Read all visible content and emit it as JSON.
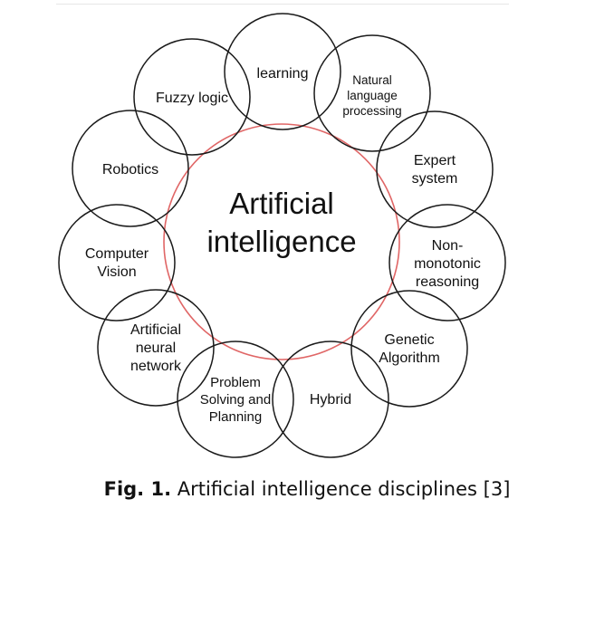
{
  "diagram": {
    "center": {
      "lines": [
        "Artificial",
        "intelligence"
      ],
      "ring_color": "#e06666"
    },
    "disciplines": [
      {
        "id": "learning",
        "lines": [
          "learning"
        ]
      },
      {
        "id": "natural-language-processing",
        "lines": [
          "Natural",
          "language",
          "processing"
        ]
      },
      {
        "id": "expert-system",
        "lines": [
          "Expert",
          "system"
        ]
      },
      {
        "id": "non-monotonic-reasoning",
        "lines": [
          "Non-",
          "monotonic",
          "reasoning"
        ]
      },
      {
        "id": "genetic-algorithm",
        "lines": [
          "Genetic",
          "Algorithm"
        ]
      },
      {
        "id": "hybrid",
        "lines": [
          "Hybrid"
        ]
      },
      {
        "id": "problem-solving-and-planning",
        "lines": [
          "Problem",
          "Solving and",
          "Planning"
        ]
      },
      {
        "id": "artificial-neural-network",
        "lines": [
          "Artificial",
          "neural",
          "network"
        ]
      },
      {
        "id": "computer-vision",
        "lines": [
          "Computer",
          "Vision"
        ]
      },
      {
        "id": "robotics",
        "lines": [
          "Robotics"
        ]
      },
      {
        "id": "fuzzy-logic",
        "lines": [
          "Fuzzy logic"
        ]
      }
    ]
  },
  "caption": {
    "label": "Fig. 1.",
    "text": " Artificial intelligence disciplines [3]"
  }
}
